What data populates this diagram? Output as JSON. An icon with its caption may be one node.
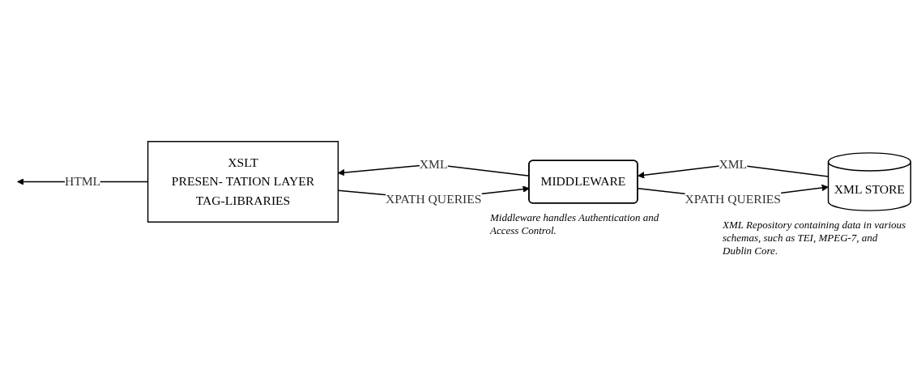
{
  "diagram": {
    "nodes": [
      {
        "text": [
          "XSLT",
          "PRESEN- TATION LAYER",
          "TAG-LIBRARIES"
        ]
      },
      {
        "text": [
          "MIDDLEWARE"
        ],
        "beside": [
          "Middleware handles Authentication and Access Control."
        ]
      },
      {
        "text": [
          "XML STORE"
        ],
        "beside": [
          "XML Repository containing data in various schemas, such as TEI, MPEG-7, and Dublin Core."
        ]
      }
    ],
    "edges": [
      {
        "from": 0,
        "to": null,
        "arrow": "to",
        "label": "HTML"
      },
      {
        "from": 1,
        "to": 0,
        "arrow": "to",
        "label": "XML"
      },
      {
        "from": 0,
        "to": 1,
        "arrow": "to",
        "label": "XPATH QUERIES"
      },
      {
        "from": 2,
        "to": 1,
        "arrow": "to",
        "label": "XML"
      },
      {
        "from": 1,
        "to": 2,
        "arrow": "to",
        "label": "XPATH QUERIES"
      }
    ]
  }
}
